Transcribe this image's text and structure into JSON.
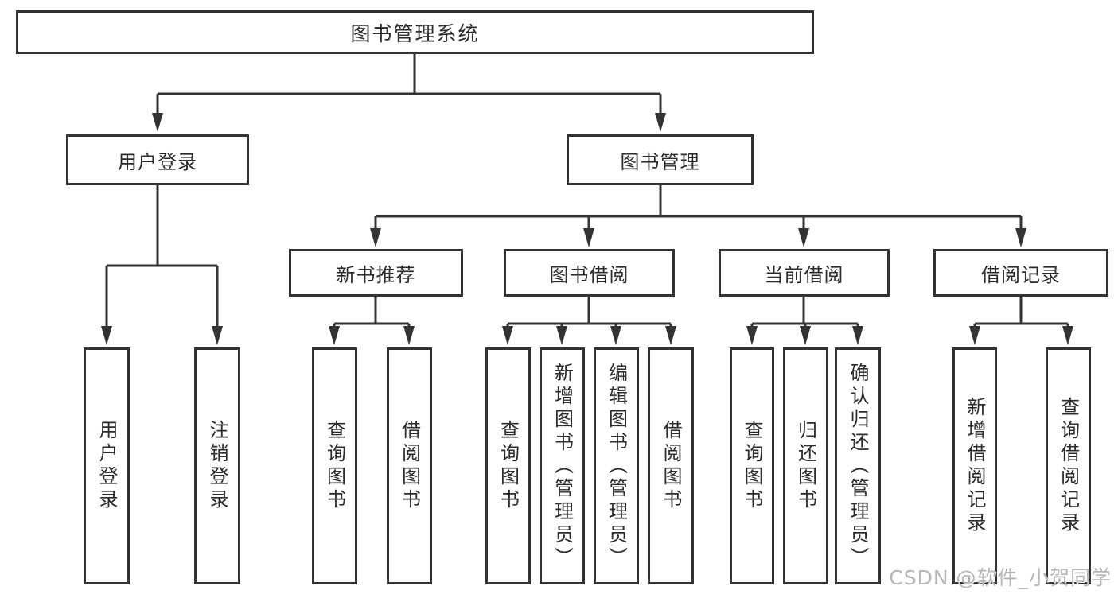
{
  "diagram": {
    "watermark": "CSDN @软件_小贺同学",
    "colors": {
      "line": "#333333",
      "text": "#2b2b2b",
      "watermark": "#b5b5b5"
    },
    "nodes": {
      "root": {
        "label": "图书管理系统"
      },
      "user_login": {
        "label": "用户登录"
      },
      "book_mgmt": {
        "label": "图书管理"
      },
      "new_book": {
        "label": "新书推荐"
      },
      "book_borrow": {
        "label": "图书借阅"
      },
      "current_borrow": {
        "label": "当前借阅"
      },
      "borrow_record": {
        "label": "借阅记录"
      },
      "ul_login": {
        "label": "用户登录"
      },
      "ul_logout": {
        "label": "注销登录"
      },
      "nb_query": {
        "label": "查询图书"
      },
      "nb_borrow": {
        "label": "借阅图书"
      },
      "bb_query": {
        "label": "查询图书"
      },
      "bb_add": {
        "label": "新增图书（管理员）"
      },
      "bb_edit": {
        "label": "编辑图书（管理员）"
      },
      "bb_borrow": {
        "label": "借阅图书"
      },
      "cb_query": {
        "label": "查询图书"
      },
      "cb_return": {
        "label": "归还图书"
      },
      "cb_confirm": {
        "label": "确认归还（管理员）"
      },
      "br_add": {
        "label": "新增借阅记录"
      },
      "br_query": {
        "label": "查询借阅记录"
      }
    }
  }
}
